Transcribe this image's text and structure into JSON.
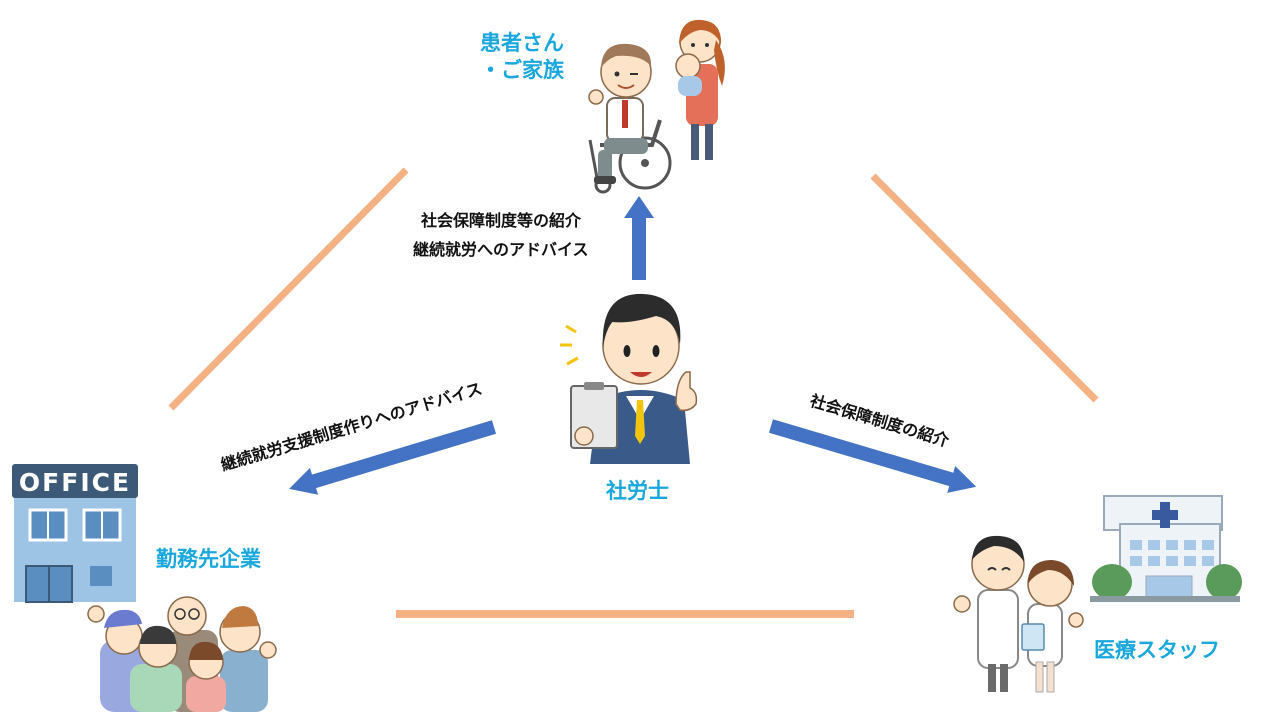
{
  "nodes": {
    "center": {
      "label": "社労士"
    },
    "patients": {
      "line1": "患者さん",
      "line2": "・ご家族"
    },
    "company": {
      "label": "勤務先企業",
      "sign": "OFFICE"
    },
    "medical": {
      "label": "医療スタッフ"
    }
  },
  "edges": {
    "to_patients": {
      "line1": "社会保障制度等の紹介",
      "line2": "継続就労へのアドバイス"
    },
    "to_company": {
      "label": "継続就労支援制度作りへのアドバイス"
    },
    "to_medical": {
      "label": "社会保障制度の紹介"
    }
  },
  "colors": {
    "label_blue": "#1aa7dd",
    "arrow_blue": "#4472c4",
    "triangle_line": "#f4b183",
    "text_dark": "#111111"
  }
}
